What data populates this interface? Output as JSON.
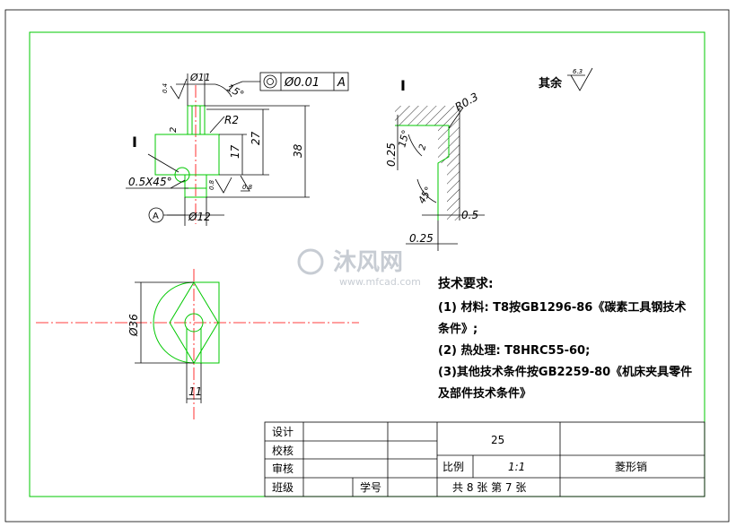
{
  "drawing": {
    "detail_label_left": "I",
    "detail_label_right": "I",
    "dims_left": {
      "dia_top": "Ø11",
      "angle_top": "15°",
      "radius": "R2",
      "d2": "2",
      "d17": "17",
      "d27": "27",
      "d38": "38",
      "chamfer": "0.5X45°",
      "dia_bottom": "Ø12",
      "datum": "A",
      "rough_04": "0.4",
      "rough_08": "0.8",
      "rough_08b": "0.8"
    },
    "tolerance_frame": {
      "symbol": "◎",
      "value": "Ø0.01",
      "datum": "A"
    },
    "dims_right": {
      "r03": "R0.3",
      "d025_left": "0.25",
      "angle_15": "15°",
      "d2": "2",
      "angle_45": "45°",
      "d05": "0.5",
      "d025_bottom": "0.25"
    },
    "dims_bottom": {
      "dia36": "Ø36",
      "d11": "11"
    },
    "surface_finish": {
      "text": "其余",
      "value": "6.3"
    }
  },
  "watermark": {
    "brand": "沐风网",
    "url": "www.mfcad.com"
  },
  "tech_requirements": {
    "title": "技术要求:",
    "lines": [
      "(1) 材料: T8按GB1296-86《碳素工具钢技术",
      "条件》;",
      "(2) 热处理: T8HRC55-60;",
      "(3)其他技术条件按GB2259-80《机床夹具零件",
      "及部件技术条件》"
    ]
  },
  "title_block": {
    "design": "设计",
    "check": "校核",
    "review": "审核",
    "class": "班级",
    "student_no": "学号",
    "number": "25",
    "scale_label": "比例",
    "scale_value": "1:1",
    "part_name": "菱形销",
    "sheets": "共 8 张 第 7 张"
  }
}
